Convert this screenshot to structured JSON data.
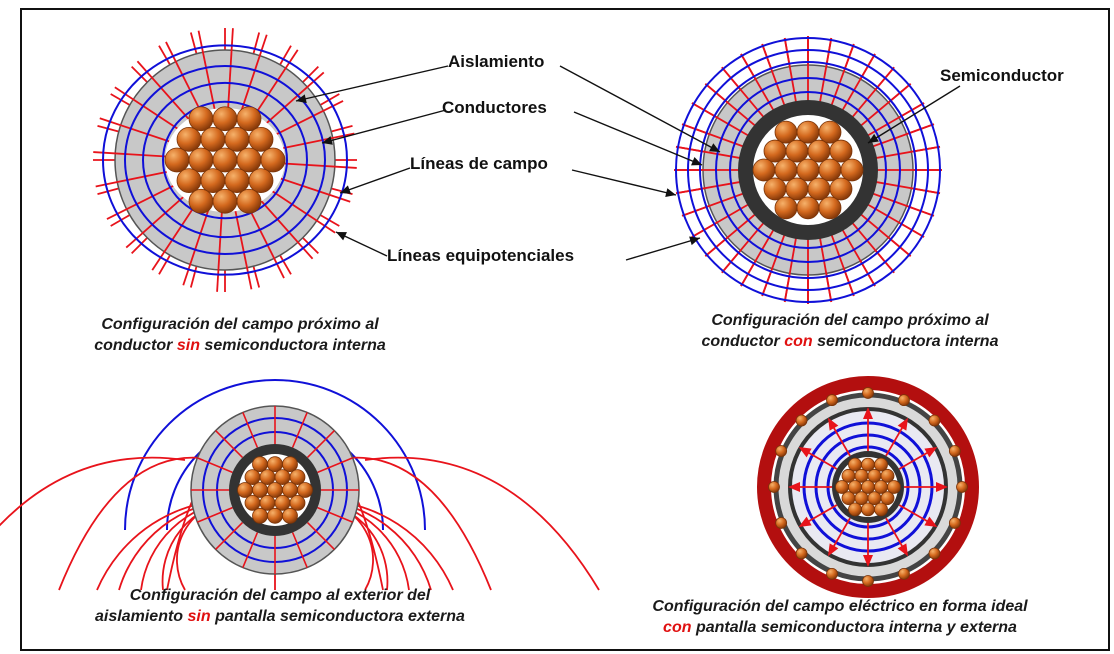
{
  "labels": {
    "aislamiento": "Aislamiento",
    "conductores": "Conductores",
    "lineas_campo": "Líneas de campo",
    "lineas_equipotenciales": "Líneas equipotenciales",
    "semiconductor": "Semiconductor"
  },
  "captions": {
    "top_left": {
      "line1": "Configuración del campo próximo al",
      "line2_pre": "conductor ",
      "line2_red": "sin",
      "line2_post": " semiconductora interna"
    },
    "top_right": {
      "line1": "Configuración del campo próximo al",
      "line2_pre": "conductor ",
      "line2_red": "con",
      "line2_post": " semiconductora interna"
    },
    "bottom_left": {
      "line1": "Configuración del campo al exterior del",
      "line2_pre": "aislamiento ",
      "line2_red": "sin",
      "line2_post": " pantalla  semiconductora externa"
    },
    "bottom_right": {
      "line1": "Configuración del campo eléctrico en forma ideal",
      "line2_pre": "",
      "line2_red": "con",
      "line2_post": " pantalla semiconductora interna y externa"
    }
  },
  "colors": {
    "field_lines": "#e8131b",
    "equipotential_lines": "#1010d8",
    "insulation": "#c8c8c8",
    "semiconductor": "#333333",
    "conductor": "#d4691e",
    "outer_ring": "#b30f0f"
  }
}
